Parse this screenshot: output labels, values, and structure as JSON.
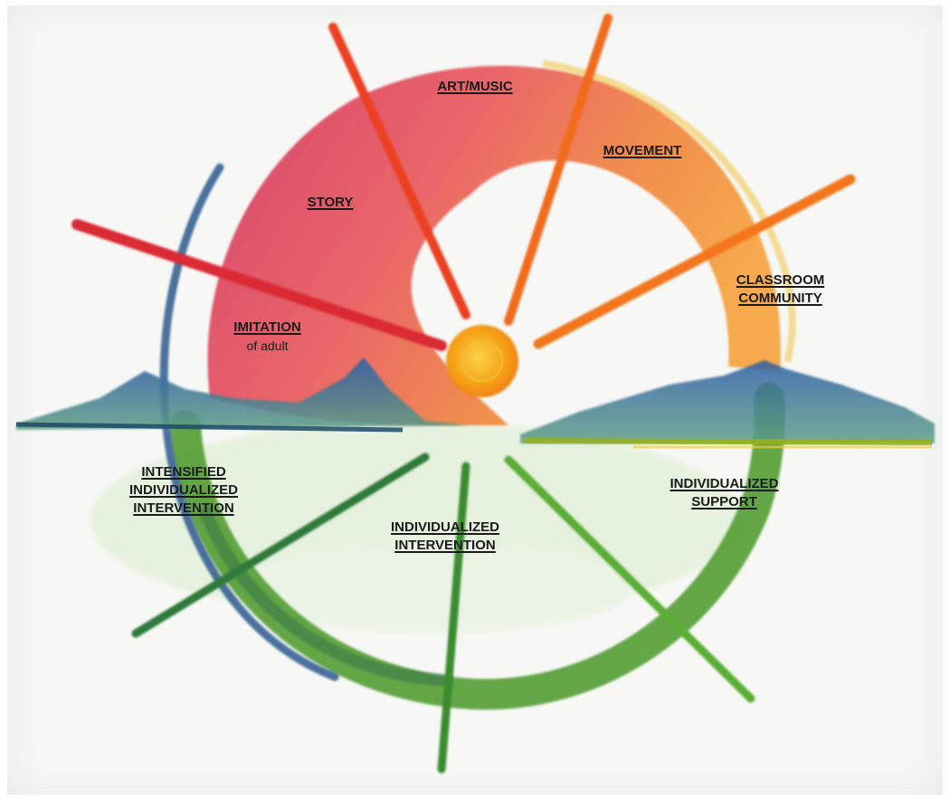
{
  "labels": {
    "art_music": "ART/MUSIC",
    "movement": "MOVEMENT",
    "story": "STORY",
    "classroom_community": [
      "CLASSROOM",
      "COMMUNITY"
    ],
    "imitation": "IMITATION",
    "imitation_sub": "of adult",
    "intensified": [
      "INTENSIFIED",
      "INDIVIDUALIZED",
      "INTERVENTION"
    ],
    "individualized_intervention": [
      "INDIVIDUALIZED",
      "INTERVENTION"
    ],
    "individualized_support": [
      "INDIVIDUALIZED",
      "SUPPORT"
    ]
  },
  "colors": {
    "red": "#d8334e",
    "orange": "#f28a1e",
    "sun": "#f6a317",
    "green": "#5aa531",
    "blue": "#2f5f9c"
  }
}
